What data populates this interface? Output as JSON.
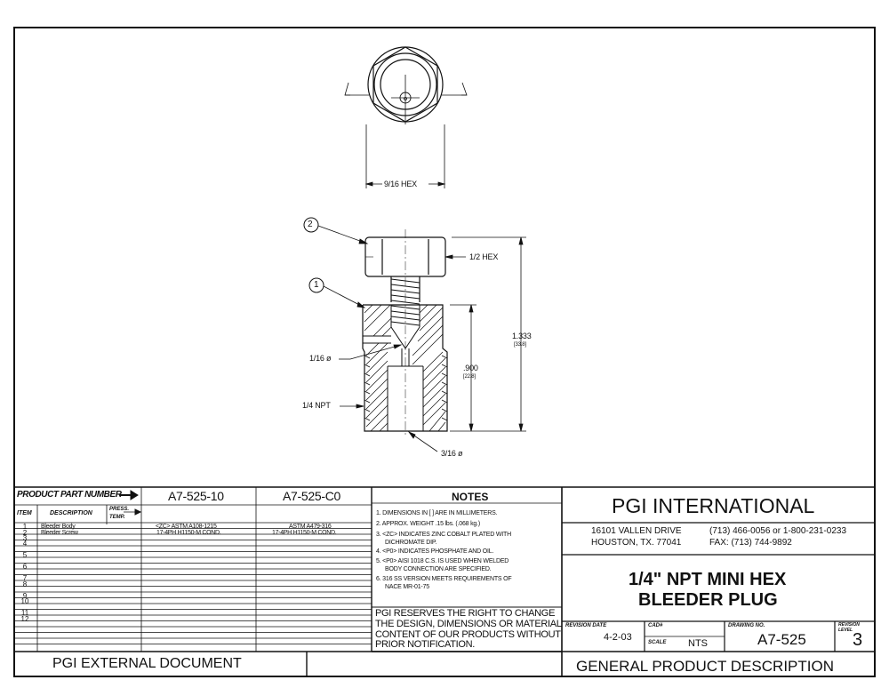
{
  "drawing": {
    "hex_top": "9/16 HEX",
    "hex_side": "1/2 HEX",
    "balloon_1": "1",
    "balloon_2": "2",
    "dim_overall": "1.333",
    "dim_overall_mm": "[33.8]",
    "dim_body": ".900",
    "dim_body_mm": "[22.8]",
    "hole_1": "1/16 ø",
    "thread": "1/4 NPT",
    "hole_2": "3/16 ø"
  },
  "parts_table": {
    "header_label": "PRODUCT PART NUMBER",
    "part_a": "A7-525-10",
    "part_b": "A7-525-C0",
    "col_item": "ITEM",
    "col_description": "DESCRIPTION",
    "col_press": "PRESS.",
    "col_temp": "TEMP.",
    "rows": [
      {
        "item": "1",
        "description": "Bleeder Body",
        "a": "<ZC> ASTM A108-1215",
        "b": "ASTM A479-316"
      },
      {
        "item": "2",
        "description": "Bleeder Screw",
        "a": "17-4PH H1150-M COND.",
        "b": "17-4PH H1150-M COND."
      },
      {
        "item": "3"
      },
      {
        "item": "4"
      },
      {
        "item": "5"
      },
      {
        "item": "6"
      },
      {
        "item": "7"
      },
      {
        "item": "8"
      },
      {
        "item": "9"
      },
      {
        "item": "10"
      },
      {
        "item": "11"
      },
      {
        "item": "12"
      }
    ]
  },
  "notes": {
    "title": "NOTES",
    "n1": "1.  DIMENSIONS IN [ ] ARE IN MILLIMETERS.",
    "n2": "2.  APPROX. WEIGHT .15 lbs. (.068 kg.)",
    "n3a": "3.  <ZC> INDICATES ZINC COBALT PLATED WITH",
    "n3b": "DICHROMATE DIP.",
    "n4": "4.  <P0> INDICATES PHOSPHATE AND OIL.",
    "n5a": "5.  <P0> AISI 1018 C.S. IS USED WHEN WELDED",
    "n5b": "BODY CONNECTION ARE SPECIFIED.",
    "n6a": "6.  316 SS VERSION MEETS REQUIREMENTS OF",
    "n6b": "NACE MR-01-75",
    "reserve_1": "PGI RESERVES THE RIGHT TO CHANGE",
    "reserve_2": "THE DESIGN, DIMENSIONS OR MATERIAL",
    "reserve_3": "CONTENT OF OUR PRODUCTS WITHOUT",
    "reserve_4": "PRIOR NOTIFICATION."
  },
  "title_block": {
    "company": "PGI  INTERNATIONAL",
    "address_1": "16101 VALLEN DRIVE",
    "address_2": "HOUSTON, TX. 77041",
    "phone": "(713) 466-0056 or 1-800-231-0233",
    "fax": "FAX: (713) 744-9892",
    "product_1": "1/4\" NPT MINI HEX",
    "product_2": "BLEEDER PLUG",
    "revision_date_label": "REVISION DATE",
    "revision_date": "4-2-03",
    "cad_label": "CAD#",
    "scale_label": "SCALE",
    "scale": "NTS",
    "drawing_no_label": "DRAWING NO.",
    "drawing_no": "A7-525",
    "revision_label_1": "REVISION",
    "revision_label_2": "LEVEL",
    "revision_level": "3"
  },
  "footer": {
    "left": "PGI EXTERNAL DOCUMENT",
    "right": "GENERAL PRODUCT DESCRIPTION"
  }
}
